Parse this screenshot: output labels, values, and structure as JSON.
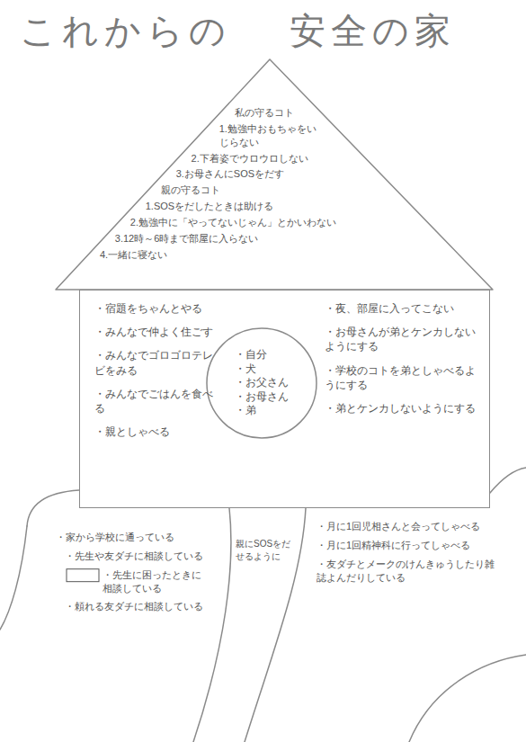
{
  "diagram": {
    "title": "これからの 安全の家",
    "nodes": [
      {
        "text": [
          "私の守るコト",
          "1.勉強中おもちゃをいじらない",
          "2.下着姿でウロウロしない",
          "3.お母さんにSOSをだす",
          "親の守るコト",
          "1.SOSをだしたときは助ける",
          "2.勉強中に「やってないじゃん」とかいわない",
          "3.12時～6時まで部屋に入らない",
          "4.一緒に寝ない"
        ]
      },
      {
        "text": [
          "・宿題をちゃんとやる",
          "・みんなで仲よく住ごす",
          "・みんなでゴロゴロテレビをみる",
          "・みんなでごはんを食べる",
          "・親としゃべる",
          "・夜、部屋に入ってこない",
          "・お母さんが弟とケンカしないようにする",
          "・学校のコトを弟としゃべるようにする",
          "・弟とケンカしないようにする"
        ]
      },
      {
        "text": [
          "・自分",
          "・犬",
          "・お父さん",
          "・お母さん",
          "・弟"
        ],
        "in": 1
      }
    ],
    "labels": [
      "・家から学校に通っている",
      "・先生や友ダチに相談している",
      "・先生に困ったときに相談している",
      "・頼れる友ダチに相談している",
      "親にSOSをだせるように",
      "・月に1回児相さんと会ってしゃべる",
      "・月に1回精神科に行ってしゃべる",
      "・友ダチとメークのけんきゅうしたり雑誌よんだりしている"
    ]
  }
}
